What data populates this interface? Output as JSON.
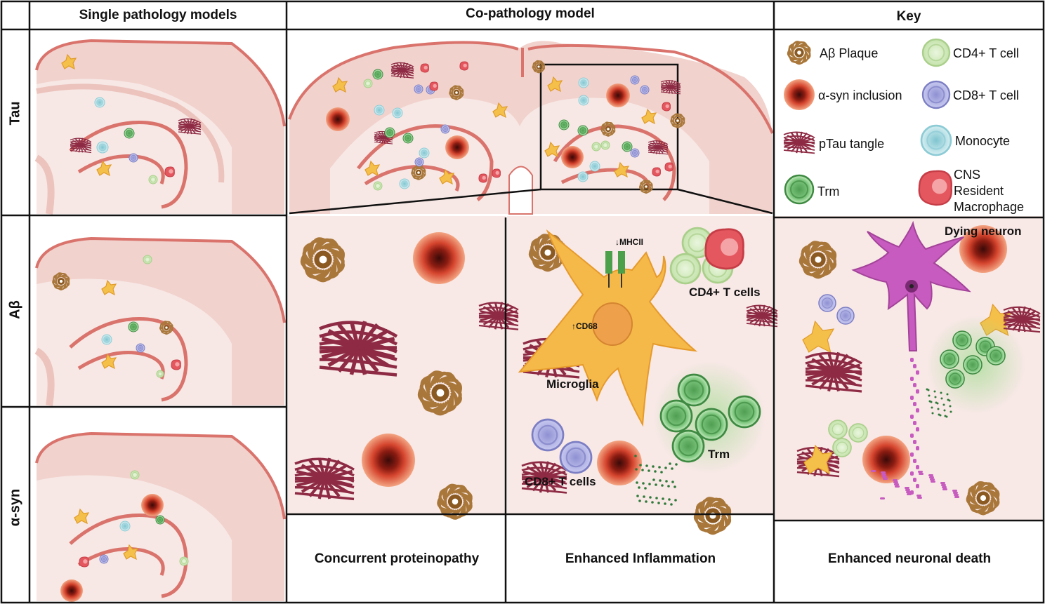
{
  "headers": {
    "single": "Single pathology models",
    "co": "Co-pathology model",
    "key": "Key"
  },
  "rows": {
    "tau": "Tau",
    "abeta": "Aβ",
    "asyn": "α-syn"
  },
  "key": {
    "plaque": "Aβ Plaque",
    "inclusion": "α-syn inclusion",
    "tangle": "pTau tangle",
    "trm": "Trm",
    "cd4": "CD4+ T cell",
    "cd8": "CD8+ T cell",
    "monocyte": "Monocyte",
    "macrophage_lines": [
      "CNS",
      "Resident",
      "Macrophage"
    ]
  },
  "panels": {
    "mhc": "↓MHCII",
    "cd68": "↑CD68",
    "microglia": "Microglia",
    "cd4_cells": "CD4+ T cells",
    "trm": "Trm",
    "cd8_cells": "CD8+ T cells",
    "dying": "Dying neuron"
  },
  "captions": {
    "c1": "Concurrent proteinopathy",
    "c2": "Enhanced Inflammation",
    "c3": "Enhanced neuronal death"
  },
  "colors": {
    "tissue": "#f1d2cd",
    "tissue_light": "#f7e8e5",
    "vessel": "#d9736c",
    "plaque": "#a9773a",
    "inclusion": "#c0392b",
    "tangle": "#8e2a44",
    "trm": "#6dbb6f",
    "cd4": "#d6edc2",
    "cd8": "#a8a9de",
    "monocyte": "#a9dbe2",
    "macrophage": "#e4575f",
    "microglia": "#f5b94a",
    "neuron": "#c75bbf"
  }
}
